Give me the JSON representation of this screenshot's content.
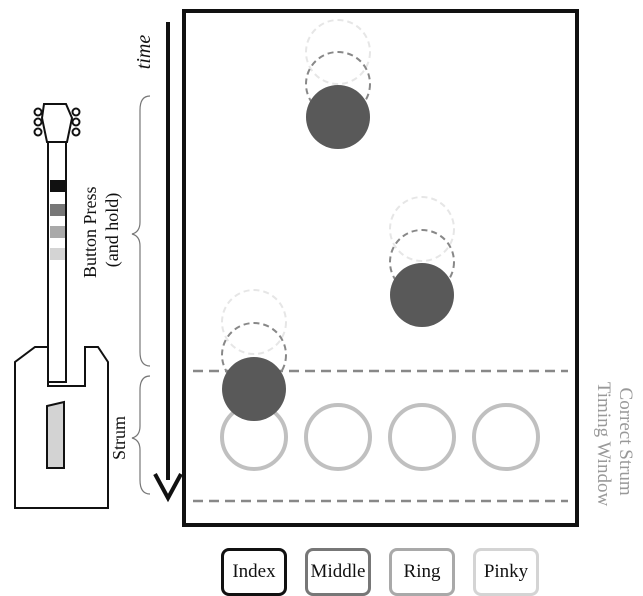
{
  "time_label": "time",
  "button_press_label": [
    "Button Press",
    "(and hold)"
  ],
  "strum_label": "Strum",
  "window_label": [
    "Correct Strum",
    "Timing Window"
  ],
  "fingers": [
    {
      "label": "Index",
      "border": "#111111"
    },
    {
      "label": "Middle",
      "border": "#777777"
    },
    {
      "label": "Ring",
      "border": "#a9a9a9"
    },
    {
      "label": "Pinky",
      "border": "#d4d4d4"
    }
  ],
  "colors": {
    "note_fill": "#595959",
    "target_ring": "#c0c0c0",
    "window_line": "#888888",
    "fret_index": "#111111",
    "fret_middle": "#777777",
    "fret_ring": "#a9a9a9",
    "fret_pinky": "#d4d4d4"
  }
}
